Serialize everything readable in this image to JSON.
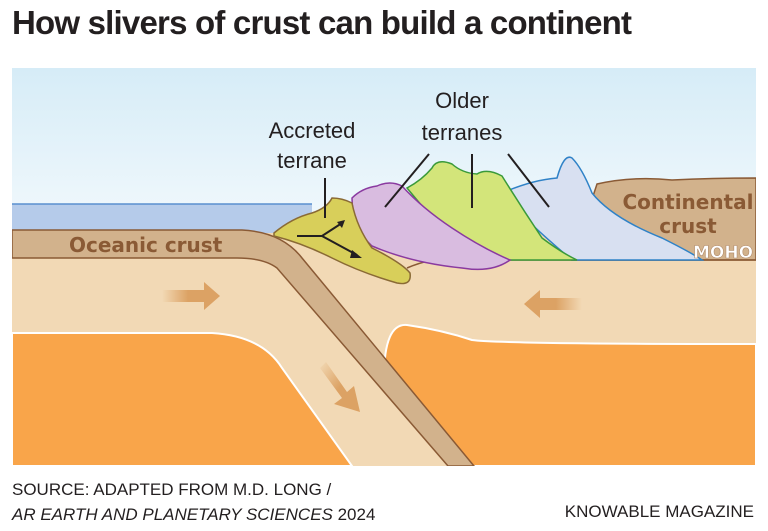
{
  "title": "How slivers of crust can build a continent",
  "diagram": {
    "labels": {
      "accreted_terrane_line1": "Accreted",
      "accreted_terrane_line2": "terrane",
      "older_terranes_line1": "Older",
      "older_terranes_line2": "terranes",
      "oceanic_crust": "Oceanic crust",
      "continental_crust_line1": "Continental",
      "continental_crust_line2": "crust",
      "moho": "MOHO"
    },
    "colors": {
      "sky_top": "#ffffff",
      "sky_bottom": "#d6ecf7",
      "ocean": "#b5cbea",
      "ocean_line": "#5a8fcf",
      "crust": "#d2b28c",
      "crust_outline": "#8a5a35",
      "mantle_light": "#f2d9b5",
      "mantle_orange": "#f9a54a",
      "accreted_terrane": "#d8cf5a",
      "older_terrane_purple": "#d9bce0",
      "older_terrane_green": "#d3e57a",
      "older_terrane_blue": "#d8e0f1",
      "arrow": "#dca264"
    }
  },
  "footer": {
    "source_line1": "SOURCE: ADAPTED FROM M.D. LONG /",
    "source_line2_italic": "AR EARTH AND PLANETARY SCIENCES",
    "source_line2_year": " 2024",
    "credit": "KNOWABLE MAGAZINE"
  }
}
